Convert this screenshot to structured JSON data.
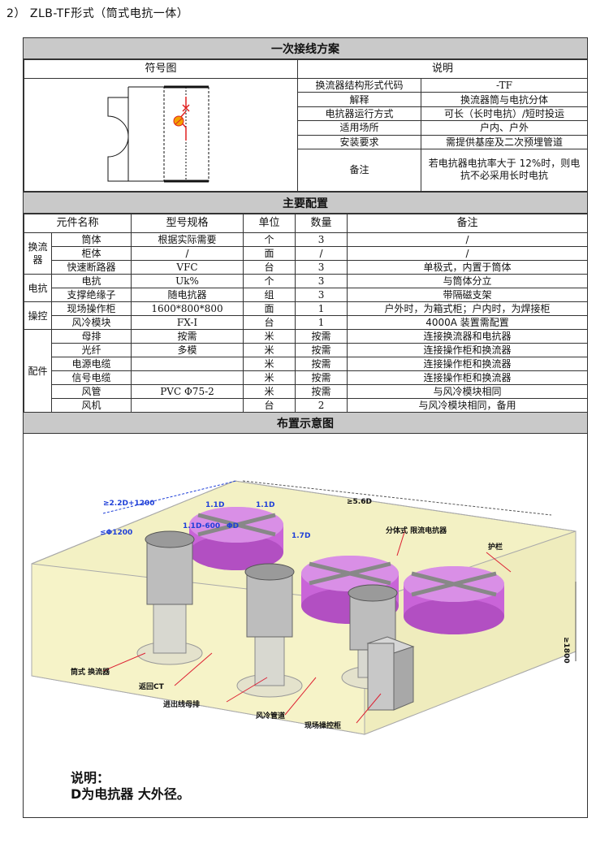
{
  "heading": "2）  ZLB-TF形式（筒式电抗一体）",
  "sections": {
    "wiring": "一次接线方案",
    "config": "主要配置",
    "layout": "布置示意图"
  },
  "wiring": {
    "symbol_header": "符号图",
    "desc_header": "说明",
    "rows": [
      {
        "k": "换流器结构形式代码",
        "v": "-TF"
      },
      {
        "k": "解释",
        "v": "换流器筒与电抗分体"
      },
      {
        "k": "电抗器运行方式",
        "v": "可长（长时电抗）/短时投运"
      },
      {
        "k": "适用场所",
        "v": "户内、户外"
      },
      {
        "k": "安装要求",
        "v": "需提供基座及二次预埋管道"
      },
      {
        "k": "备注",
        "v": "若电抗器电抗率大于 12%时，则电抗不必采用长时电抗"
      }
    ]
  },
  "config": {
    "headers": [
      "元件名称",
      "型号规格",
      "单位",
      "数量",
      "备注"
    ],
    "groups": [
      "换流器",
      "电抗",
      "操控",
      "配件"
    ],
    "rows": [
      [
        "筒体",
        "根据实际需要",
        "个",
        "3",
        "/"
      ],
      [
        "柜体",
        "/",
        "面",
        "/",
        "/"
      ],
      [
        "快速断路器",
        "VFC",
        "台",
        "3",
        "单极式，内置于筒体"
      ],
      [
        "电抗",
        "Uk%",
        "个",
        "3",
        "与筒体分立"
      ],
      [
        "支撑绝缘子",
        "随电抗器",
        "组",
        "3",
        "带隔磁支架"
      ],
      [
        "现场操作柜",
        "1600*800*800",
        "面",
        "1",
        "户外时，为箱式柜；户内时，为焊接柜"
      ],
      [
        "风冷模块",
        "FX-I",
        "台",
        "1",
        "4000A 装置需配置"
      ],
      [
        "母排",
        "按需",
        "米",
        "按需",
        "连接换流器和电抗器"
      ],
      [
        "光纤",
        "多模",
        "米",
        "按需",
        "连接操作柜和换流器"
      ],
      [
        "电源电缆",
        "",
        "米",
        "按需",
        "连接操作柜和换流器"
      ],
      [
        "信号电缆",
        "",
        "米",
        "按需",
        "连接操作柜和换流器"
      ],
      [
        "风管",
        "PVC Φ75-2",
        "米",
        "按需",
        "与风冷模块相同"
      ],
      [
        "风机",
        "",
        "台",
        "2",
        "与风冷模块相同，备用"
      ]
    ]
  },
  "layout": {
    "labels": {
      "dim_total": "≥2.2D+1200",
      "dim_1d_a": "1.1D",
      "dim_1d_b": "1.1D",
      "dim_phi1200": "≤Φ1200",
      "dim_600": "1.1D-600",
      "dim_phid": "ΦD",
      "dim_17d": "1.7D",
      "dim_56d": "≥5.6D",
      "dim_1800": "≥1800",
      "split_reactor": "分体式\n限流电抗器",
      "guard": "护栏",
      "converter": "筒式\n换流器",
      "return_ct": "返回CT",
      "busbar": "进出线母排",
      "duct": "风冷管道",
      "cabinet": "现场操控柜"
    },
    "note_line1": "说明：",
    "note_line2": "D为电抗器   大外径。"
  },
  "colors": {
    "header_bg": "#c9c9c9",
    "fence": "#f3f1c4",
    "reactor": "#c964d8",
    "dim_blue": "#1e3fd8",
    "symbol_red": "#e02020",
    "symbol_orange": "#f2a000"
  }
}
